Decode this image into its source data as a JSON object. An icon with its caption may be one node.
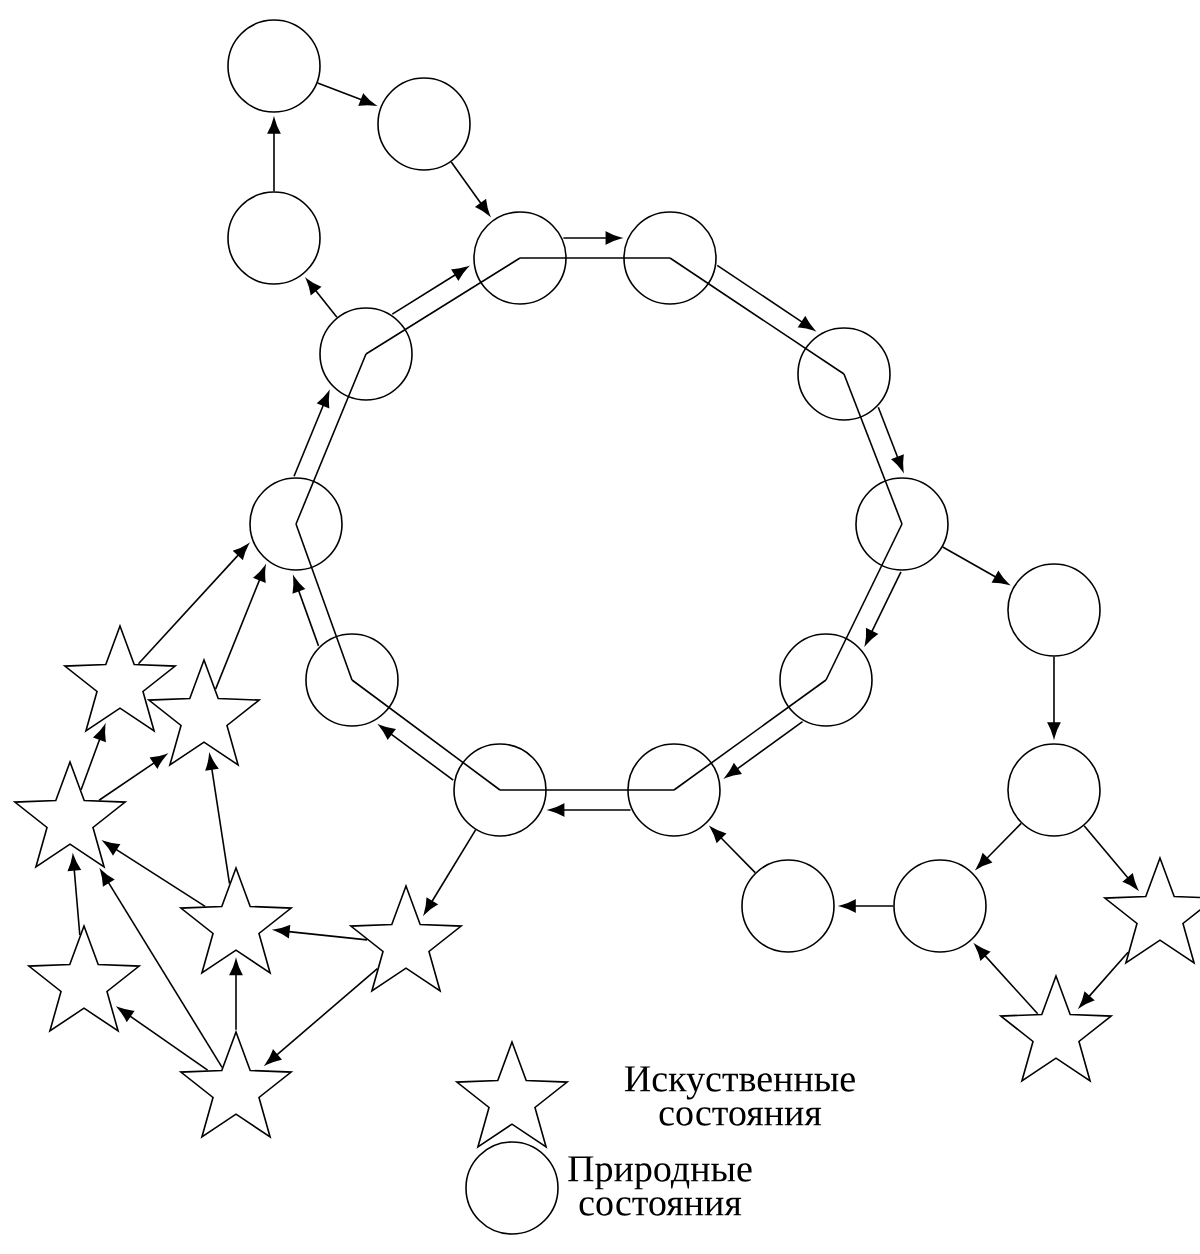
{
  "diagram": {
    "nodes": [
      {
        "text": [],
        "shape": "circle"
      },
      {
        "text": [],
        "shape": "circle"
      },
      {
        "text": [],
        "shape": "circle"
      },
      {
        "text": [],
        "shape": "circle"
      },
      {
        "text": [],
        "shape": "circle"
      },
      {
        "text": [],
        "shape": "circle"
      },
      {
        "text": [],
        "shape": "circle"
      },
      {
        "text": [],
        "shape": "circle"
      },
      {
        "text": [],
        "shape": "circle"
      },
      {
        "text": [],
        "shape": "circle"
      },
      {
        "text": [],
        "shape": "circle"
      },
      {
        "text": [],
        "shape": "circle"
      },
      {
        "text": [],
        "shape": "circle"
      },
      {
        "text": [],
        "shape": "circle"
      },
      {
        "text": [],
        "shape": "circle"
      },
      {
        "text": [],
        "shape": "circle"
      },
      {
        "text": [],
        "shape": "circle"
      },
      {
        "text": [],
        "shape": "star"
      },
      {
        "text": [],
        "shape": "star"
      },
      {
        "text": [],
        "shape": "star"
      },
      {
        "text": [],
        "shape": "star"
      },
      {
        "text": [],
        "shape": "star"
      },
      {
        "text": [],
        "shape": "star"
      },
      {
        "text": [],
        "shape": "star"
      },
      {
        "text": [],
        "shape": "star"
      },
      {
        "text": [],
        "shape": "star"
      }
    ],
    "edges": [
      {
        "from": 9,
        "to": 5,
        "arrow": "to"
      },
      {
        "from": 5,
        "to": 3,
        "arrow": "to"
      },
      {
        "from": 3,
        "to": 4,
        "arrow": "to"
      },
      {
        "from": 4,
        "to": 6,
        "arrow": "to"
      },
      {
        "from": 6,
        "to": 7,
        "arrow": "to"
      },
      {
        "from": 7,
        "to": 11,
        "arrow": "to"
      },
      {
        "from": 11,
        "to": 13,
        "arrow": "to"
      },
      {
        "from": 13,
        "to": 12,
        "arrow": "to"
      },
      {
        "from": 12,
        "to": 10,
        "arrow": "to"
      },
      {
        "from": 10,
        "to": 9,
        "arrow": "to"
      },
      {
        "from": 9,
        "to": 5,
        "arrow": "none"
      },
      {
        "from": 5,
        "to": 3,
        "arrow": "none"
      },
      {
        "from": 3,
        "to": 4,
        "arrow": "none"
      },
      {
        "from": 4,
        "to": 6,
        "arrow": "none"
      },
      {
        "from": 6,
        "to": 7,
        "arrow": "none"
      },
      {
        "from": 7,
        "to": 11,
        "arrow": "none"
      },
      {
        "from": 11,
        "to": 13,
        "arrow": "none"
      },
      {
        "from": 13,
        "to": 12,
        "arrow": "none"
      },
      {
        "from": 12,
        "to": 10,
        "arrow": "none"
      },
      {
        "from": 10,
        "to": 9,
        "arrow": "none"
      },
      {
        "from": 2,
        "to": 0,
        "arrow": "to"
      },
      {
        "from": 0,
        "to": 1,
        "arrow": "to"
      },
      {
        "from": 1,
        "to": 3,
        "arrow": "to"
      },
      {
        "from": 5,
        "to": 2,
        "arrow": "to"
      },
      {
        "from": 7,
        "to": 8,
        "arrow": "to"
      },
      {
        "from": 8,
        "to": 14,
        "arrow": "to"
      },
      {
        "from": 14,
        "to": 15,
        "arrow": "to"
      },
      {
        "from": 14,
        "to": 24,
        "arrow": "to"
      },
      {
        "from": 24,
        "to": 25,
        "arrow": "to"
      },
      {
        "from": 25,
        "to": 15,
        "arrow": "to"
      },
      {
        "from": 15,
        "to": 16,
        "arrow": "to"
      },
      {
        "from": 16,
        "to": 13,
        "arrow": "to"
      },
      {
        "from": 12,
        "to": 21,
        "arrow": "to"
      },
      {
        "from": 21,
        "to": 20,
        "arrow": "to"
      },
      {
        "from": 21,
        "to": 23,
        "arrow": "to"
      },
      {
        "from": 23,
        "to": 20,
        "arrow": "to"
      },
      {
        "from": 23,
        "to": 19,
        "arrow": "to"
      },
      {
        "from": 23,
        "to": 22,
        "arrow": "to"
      },
      {
        "from": 20,
        "to": 19,
        "arrow": "to"
      },
      {
        "from": 22,
        "to": 19,
        "arrow": "to"
      },
      {
        "from": 19,
        "to": 17,
        "arrow": "to"
      },
      {
        "from": 19,
        "to": 18,
        "arrow": "to"
      },
      {
        "from": 20,
        "to": 18,
        "arrow": "to"
      },
      {
        "from": 17,
        "to": 9,
        "arrow": "to"
      },
      {
        "from": 18,
        "to": 9,
        "arrow": "to"
      }
    ],
    "legend": [
      {
        "text": "Искуственные состояния"
      },
      {
        "text": "Природные состояния"
      }
    ]
  }
}
